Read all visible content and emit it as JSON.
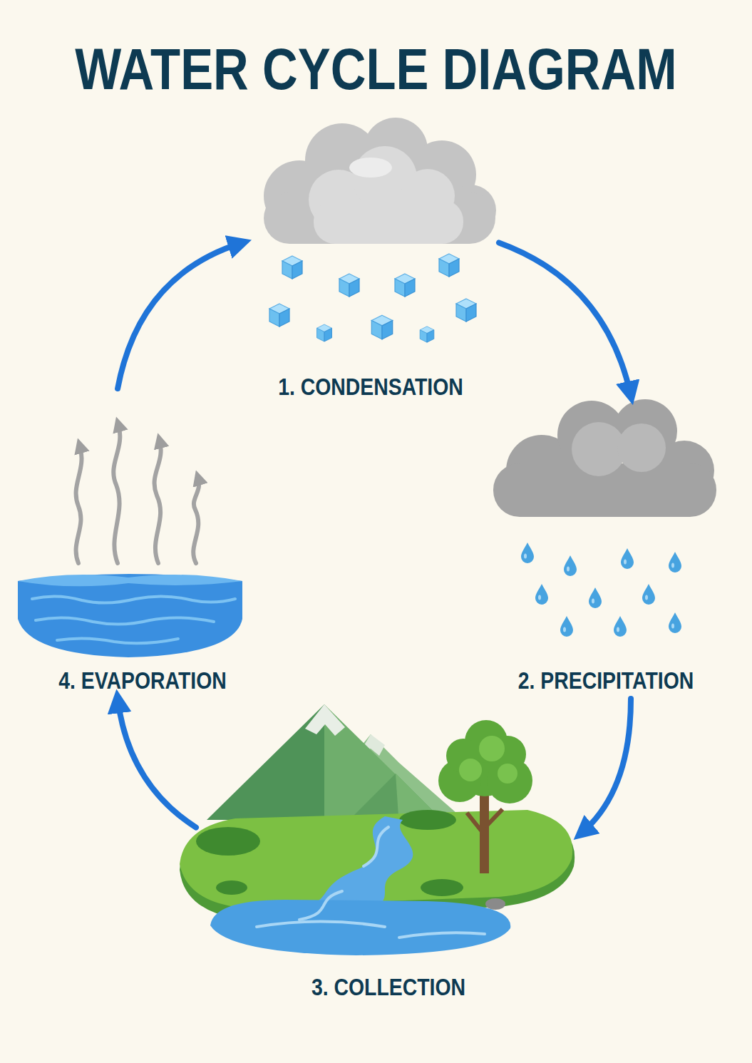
{
  "diagram": {
    "title": "WATER CYCLE DIAGRAM",
    "nodes": [
      {
        "text": [
          "1. CONDENSATION"
        ]
      },
      {
        "text": [
          "2. PRECIPITATION"
        ]
      },
      {
        "text": [
          "3. COLLECTION"
        ]
      },
      {
        "text": [
          "4. EVAPORATION"
        ]
      }
    ],
    "edges": [
      {
        "from": 0,
        "to": 1,
        "arrow": "to"
      },
      {
        "from": 1,
        "to": 2,
        "arrow": "to"
      },
      {
        "from": 2,
        "to": 3,
        "arrow": "to"
      },
      {
        "from": 3,
        "to": 0,
        "arrow": "to"
      }
    ]
  }
}
